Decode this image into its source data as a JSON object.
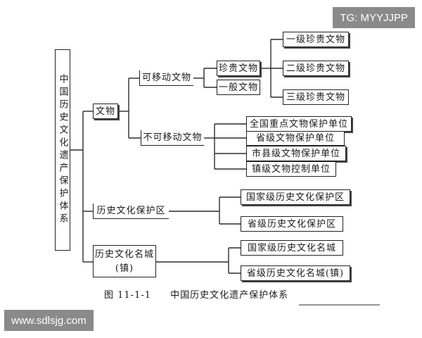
{
  "root": "中国历史文化遗产保护体系",
  "level1": {
    "cultural_relics": "文物",
    "historic_districts": "历史文化保护区",
    "historic_cities_line1": "历史文化名城",
    "historic_cities_line2": "(镇)"
  },
  "level2": {
    "movable": "可移动文物",
    "immovable": "不可移动文物"
  },
  "level3": {
    "precious": "珍贵文物",
    "general": "一般文物"
  },
  "precious_grades": [
    "一级珍贵文物",
    "二级珍贵文物",
    "三级珍贵文物"
  ],
  "protection_units": [
    "全国重点文物保护单位",
    "省级文物保护单位",
    "市县级文物保护单位",
    "镇级文物控制单位"
  ],
  "districts": [
    "国家级历史文化保护区",
    "省级历史文化保护区"
  ],
  "cities": [
    "国家级历史文化名城",
    "省级历史文化名城(镇)"
  ],
  "caption": {
    "figure_no": "图 11-1-1",
    "title": "中国历史文化遗产保护体系"
  },
  "watermarks": {
    "top_right": "TG: MYYJJPP",
    "bottom_left": "www.sdlsjg.com"
  }
}
